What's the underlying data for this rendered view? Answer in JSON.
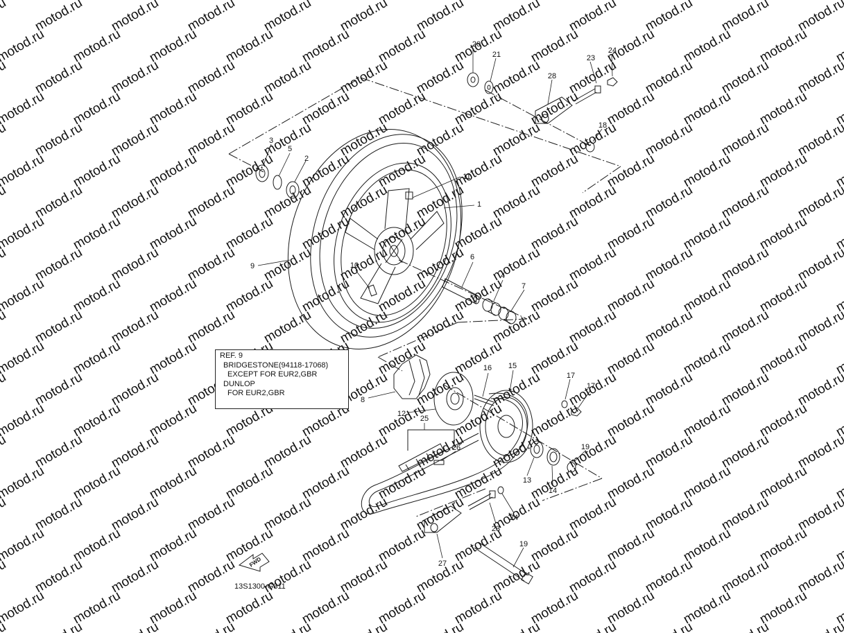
{
  "watermark": {
    "text": "motod.ru"
  },
  "callouts": [
    "1",
    "2",
    "3",
    "4",
    "5",
    "6",
    "7",
    "8",
    "9",
    "10",
    "11",
    "12",
    "13",
    "14",
    "15",
    "16",
    "17",
    "18",
    "19",
    "19",
    "20",
    "21",
    "22",
    "23",
    "23",
    "24",
    "24",
    "25",
    "26",
    "27",
    "28"
  ],
  "ref_box": {
    "line1": "REF. 9",
    "line2": "BRIDGESTONE(94118-17068)",
    "line3": "EXCEPT FOR EUR2,GBR",
    "line4": "DUNLOP",
    "line5": "FOR EUR2,GBR"
  },
  "fwd_label": "FWD",
  "drawing_code": "13S1300-G311"
}
